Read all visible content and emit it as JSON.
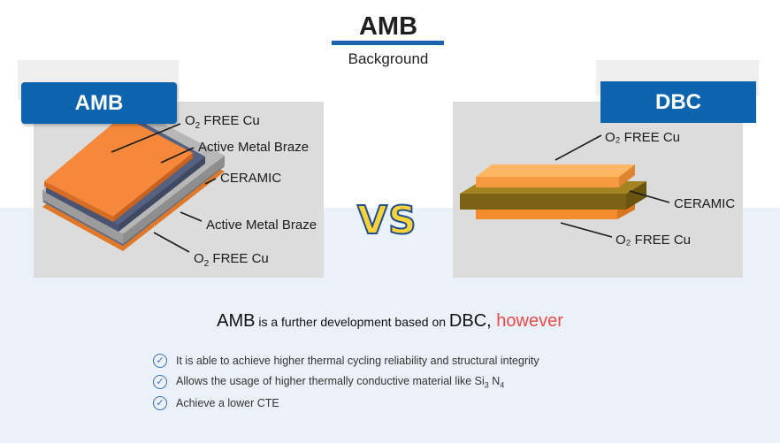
{
  "header": {
    "title": "AMB",
    "subtitle": "Background"
  },
  "amb": {
    "tab_label": "AMB",
    "labels": {
      "top_cu_prefix": "O",
      "top_cu_sub": "2",
      "top_cu_suffix": " FREE Cu",
      "braze_top": "Active Metal Braze",
      "ceramic": "CERAMIC",
      "braze_bottom": "Active Metal Braze",
      "bottom_cu_prefix": "O",
      "bottom_cu_sub": "2",
      "bottom_cu_suffix": " FREE Cu"
    }
  },
  "dbc": {
    "tab_label": "DBC",
    "labels": {
      "top_cu": "O₂ FREE Cu",
      "ceramic": "CERAMIC",
      "bottom_cu": "O₂ FREE Cu"
    }
  },
  "vs_text": "VS",
  "summary": {
    "part1": "AMB",
    "part2": " is a further development based on ",
    "part3": "DBC, ",
    "part4": "however"
  },
  "points": [
    {
      "text": "It is able to achieve higher thermal cycling reliability and structural integrity"
    },
    {
      "text": "Allows the usage of higher thermally conductive material like Si",
      "sub1": "3",
      "mid": " N",
      "sub2": "4"
    },
    {
      "text": "Achieve a lower CTE"
    }
  ],
  "icons": {
    "check": "check-circle-icon"
  },
  "colors": {
    "brand_blue": "#0d63ad",
    "copper": "#f0832e",
    "accent_red": "#e84a4a",
    "vs_yellow": "#ffd23a"
  }
}
